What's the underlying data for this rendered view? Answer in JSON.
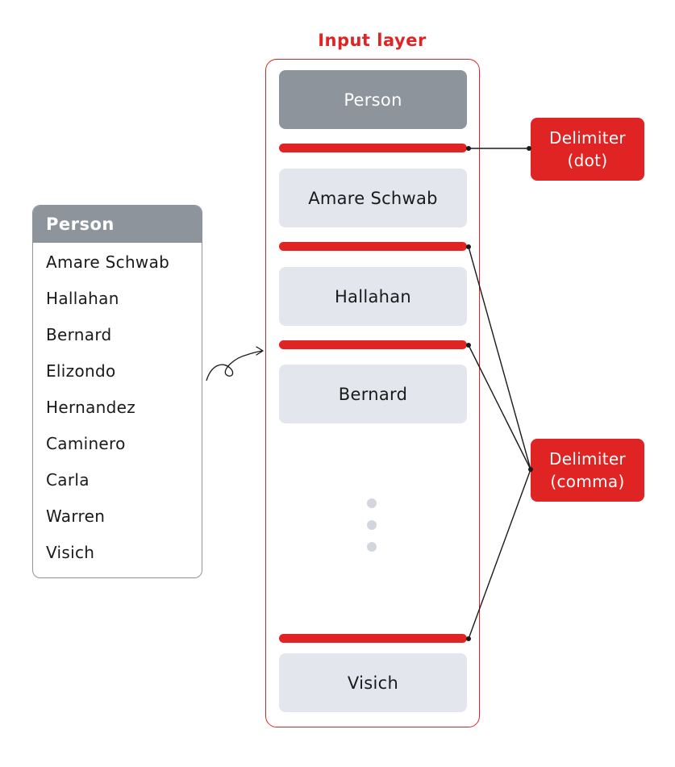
{
  "table": {
    "header": "Person",
    "rows": [
      "Amare Schwab",
      "Hallahan",
      "Bernard",
      "Elizondo",
      "Hernandez",
      "Caminero",
      "Carla",
      "Warren",
      "Visich"
    ]
  },
  "input_layer": {
    "title": "Input layer",
    "header_cell": "Person",
    "cells": [
      "Amare Schwab",
      "Hallahan",
      "Bernard"
    ],
    "last_cell": "Visich"
  },
  "delimiters": {
    "dot": {
      "line1": "Delimiter",
      "line2": "(dot)"
    },
    "comma": {
      "line1": "Delimiter",
      "line2": "(comma)"
    }
  },
  "colors": {
    "accent": "#e02424",
    "header_gray": "#8e949c",
    "cell_gray": "#e3e6ed"
  },
  "icons": {
    "arrow": "curved-arrow-icon",
    "ellipsis": "vertical-ellipsis-icon"
  }
}
